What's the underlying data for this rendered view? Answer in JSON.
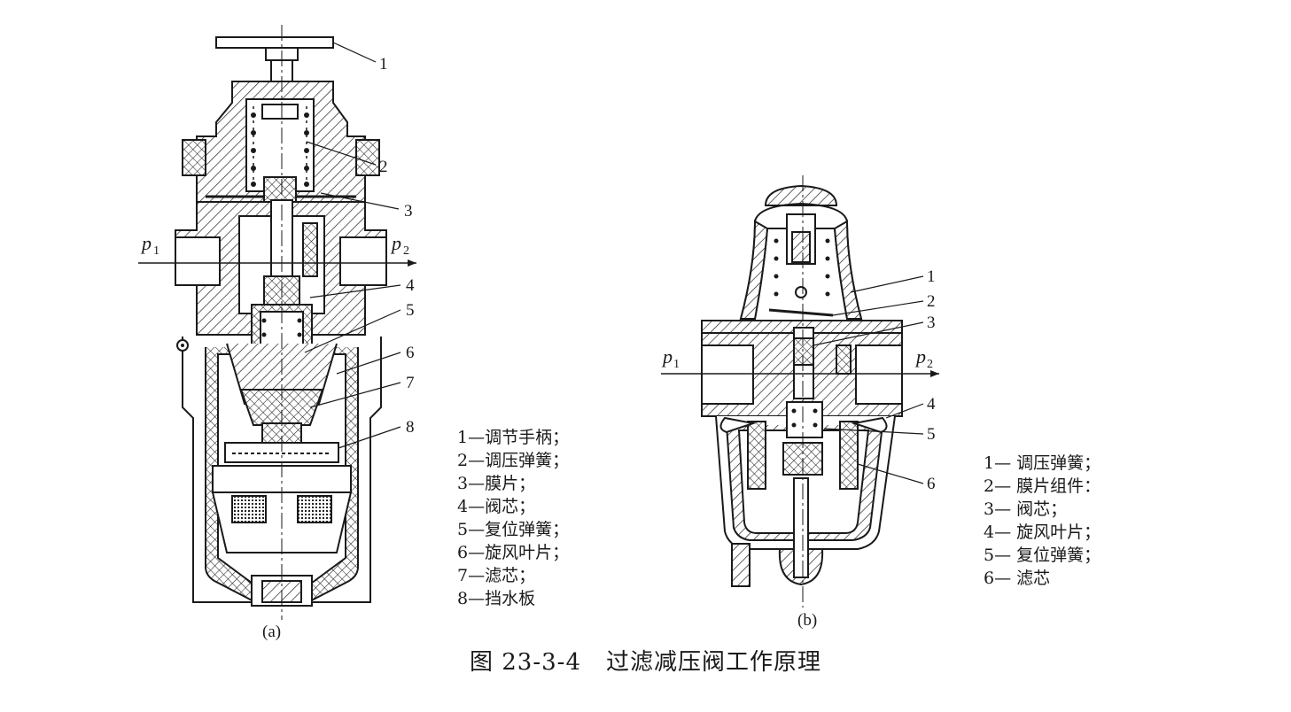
{
  "figure_a": {
    "sublabel": "(a)",
    "inlet_label": "p",
    "inlet_sub": "1",
    "outlet_label": "p",
    "outlet_sub": "2",
    "callouts": [
      "1",
      "2",
      "3",
      "4",
      "5",
      "6",
      "7",
      "8"
    ],
    "legend": [
      "1—调节手柄；",
      "2—调压弹簧；",
      "3—膜片；",
      "4—阀芯；",
      "5—复位弹簧；",
      "6—旋风叶片；",
      "7—滤芯；",
      "8—挡水板"
    ]
  },
  "figure_b": {
    "sublabel": "(b)",
    "inlet_label": "p",
    "inlet_sub": "1",
    "outlet_label": "p",
    "outlet_sub": "2",
    "callouts": [
      "1",
      "2",
      "3",
      "4",
      "5",
      "6"
    ],
    "legend": [
      "1— 调压弹簧；",
      "2— 膜片组件：",
      "3— 阀芯；",
      "4— 旋风叶片；",
      "5— 复位弹簧；",
      "6— 滤芯"
    ]
  },
  "caption": {
    "number": "图 23-3-4",
    "title": "过滤减压阀工作原理"
  }
}
